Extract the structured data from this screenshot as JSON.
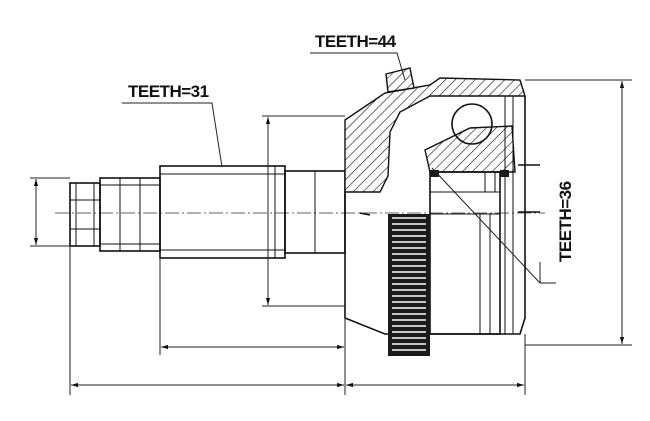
{
  "labels": {
    "teeth_outer": "TEETH=44",
    "teeth_shaft": "TEETH=31",
    "teeth_inner": "TEETH=36"
  }
}
